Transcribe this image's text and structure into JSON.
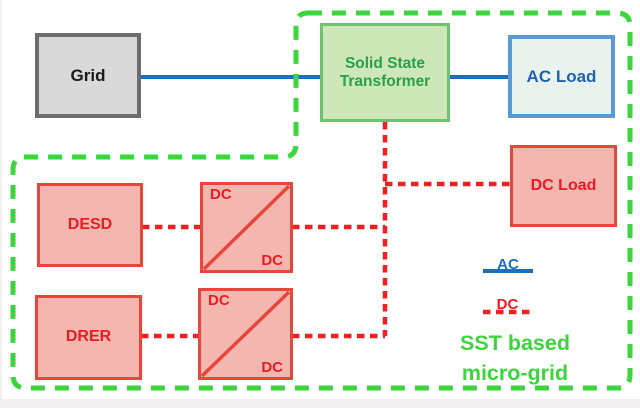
{
  "diagram": {
    "caption": {
      "line1": "SST based",
      "line2": "micro-grid"
    },
    "boxes": {
      "grid": {
        "label": "Grid"
      },
      "sst": {
        "line1": "Solid State",
        "line2": "Transformer"
      },
      "ac_load": {
        "label": "AC Load"
      },
      "dc_load": {
        "label": "DC Load"
      },
      "desd": {
        "label": "DESD"
      },
      "drer": {
        "label": "DRER"
      },
      "dc_dc_converter_1": {
        "input_label": "DC",
        "output_label": "DC"
      },
      "dc_dc_converter_2": {
        "input_label": "DC",
        "output_label": "DC"
      }
    },
    "legend": {
      "ac_label": "AC",
      "dc_label": "DC"
    },
    "colors": {
      "ac_line": "#1f6eb8",
      "dc_line": "#ed2024",
      "micro_grid_boundary": "#3bd63b",
      "grid_fill": "#d9d9d9",
      "grid_border": "#6d6d6d",
      "sst_fill": "#cde7b9",
      "sst_border": "#72c071",
      "sst_text": "#28a048",
      "ac_load_fill": "#e9f2ec",
      "ac_load_border": "#5b9bd5",
      "ac_load_text": "#1f64af",
      "dc_box_fill": "#f4b7b0",
      "dc_box_border": "#e8463b",
      "dc_text": "#ec1a23"
    }
  }
}
